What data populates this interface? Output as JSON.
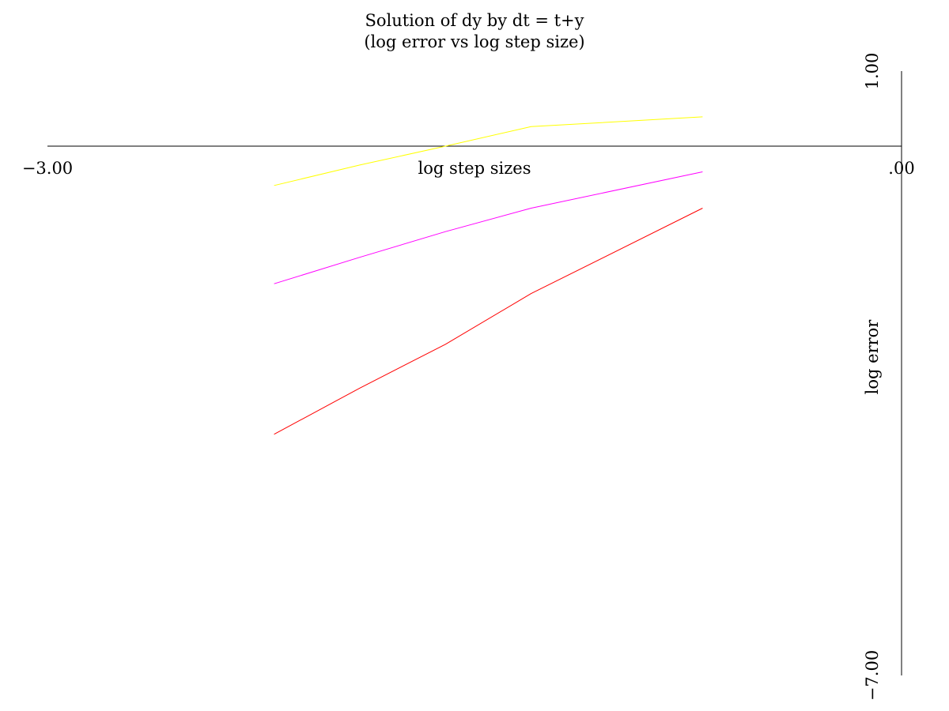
{
  "chart_data": {
    "type": "line",
    "title": "Solution of dy by dt = t+y",
    "subtitle": "(log error vs log step size)",
    "xlabel": "log step sizes",
    "ylabel": "log error",
    "xlim": [
      -3.0,
      0.0
    ],
    "ylim": [
      -7.0,
      1.0
    ],
    "x_tick_labels": [
      "−3.00",
      ".00"
    ],
    "y_tick_labels": [
      "1.00",
      "−7.00"
    ],
    "grid": false,
    "legend": false,
    "series": [
      {
        "color": "#ffff00",
        "x": [
          -2.204,
          -1.903,
          -1.602,
          -1.301,
          -0.699
        ],
        "y": [
          -0.52,
          -0.25,
          0.0,
          0.26,
          0.39
        ]
      },
      {
        "color": "#ff00ff",
        "x": [
          -2.204,
          -1.903,
          -1.602,
          -1.301,
          -0.699
        ],
        "y": [
          -1.82,
          -1.47,
          -1.13,
          -0.82,
          -0.34
        ]
      },
      {
        "color": "#ff0000",
        "x": [
          -2.204,
          -1.903,
          -1.602,
          -1.301,
          -0.699
        ],
        "y": [
          -3.81,
          -3.2,
          -2.62,
          -1.95,
          -0.82
        ]
      }
    ]
  }
}
